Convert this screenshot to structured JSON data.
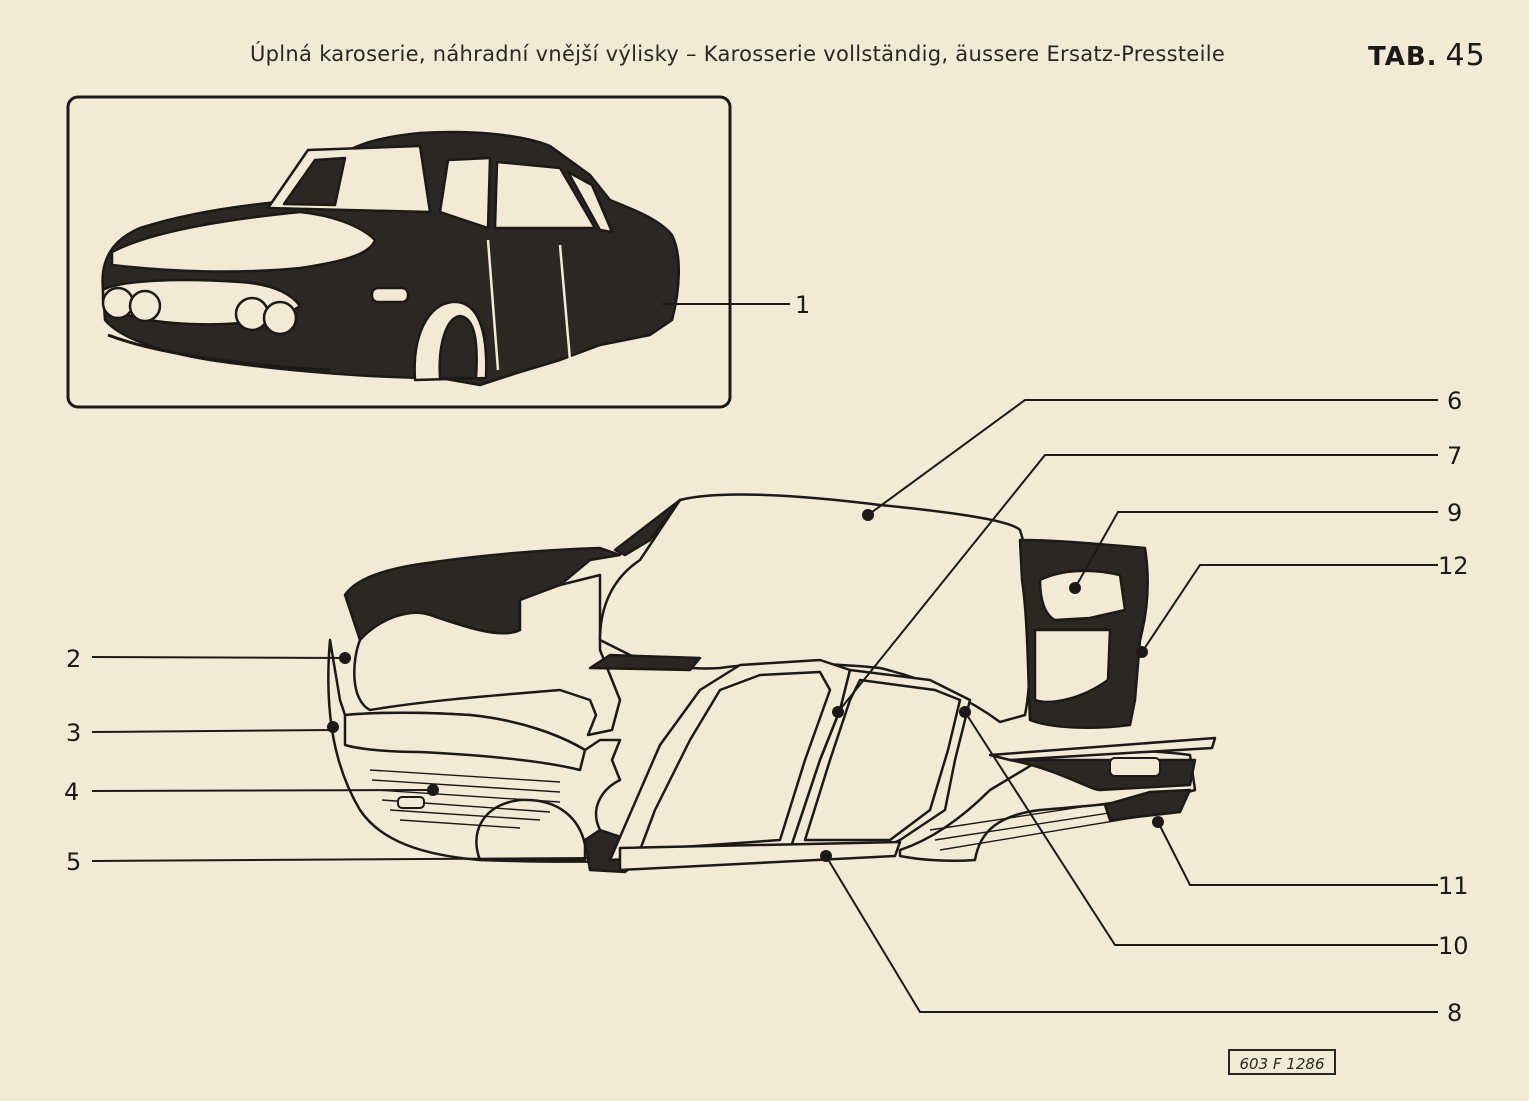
{
  "header": {
    "title": "Úplná karoserie, náhradní vnější výlisky – Karosserie vollständig, äussere Ersatz-Pressteile",
    "tab_prefix": "TAB.",
    "tab_number": "45"
  },
  "callouts": [
    "1",
    "2",
    "3",
    "4",
    "5",
    "6",
    "7",
    "8",
    "9",
    "10",
    "11",
    "12"
  ],
  "stamp": "603 F 1286",
  "colors": {
    "paper": "#f3ead6",
    "ink": "#1c1a17"
  }
}
